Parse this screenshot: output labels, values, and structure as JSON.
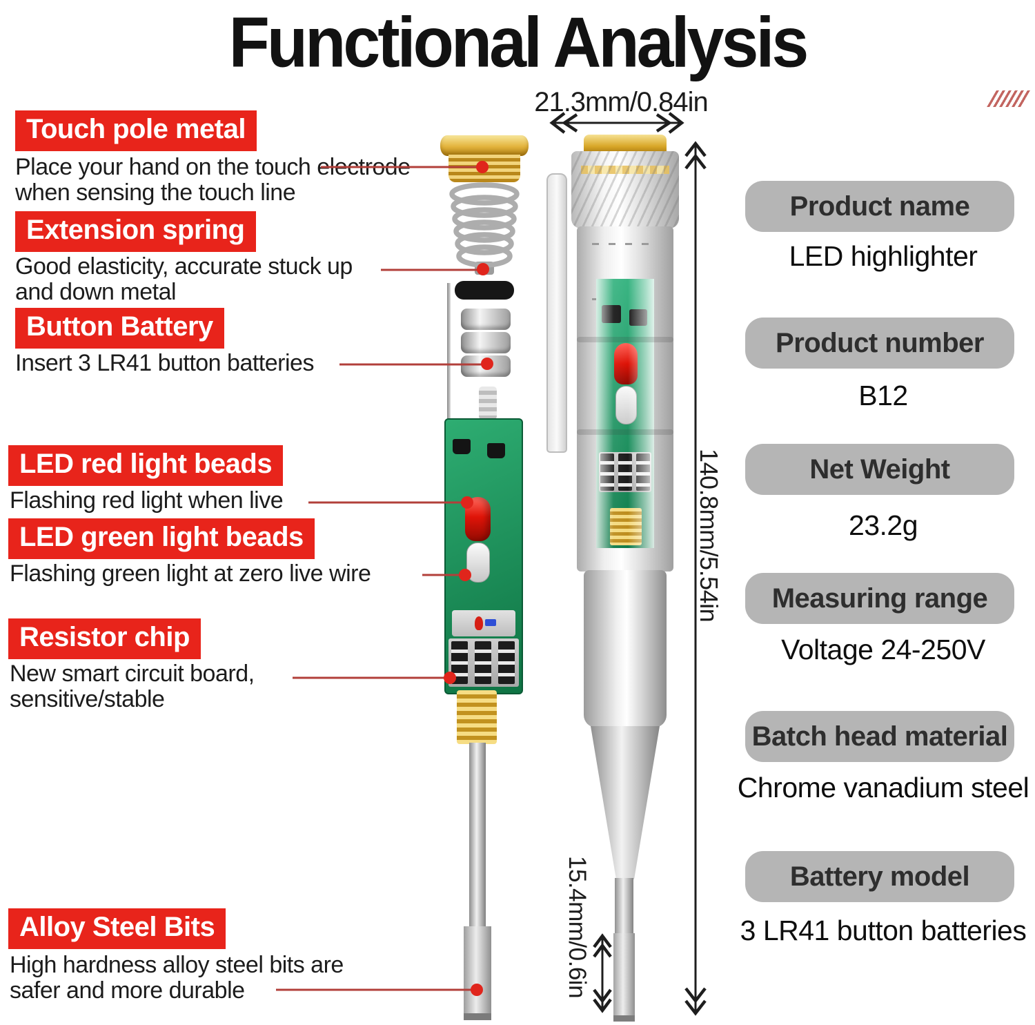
{
  "title": "Functional Analysis",
  "callouts": [
    {
      "label": "Touch pole metal",
      "desc": "Place your hand on the touch electrode when sensing the touch line"
    },
    {
      "label": "Extension spring",
      "desc": "Good elasticity, accurate stuck up and down metal"
    },
    {
      "label": "Button Battery",
      "desc": "Insert 3 LR41 button batteries"
    },
    {
      "label": "LED red light beads",
      "desc": "Flashing red light when live"
    },
    {
      "label": "LED green light beads",
      "desc": "Flashing green light at zero live wire"
    },
    {
      "label": "Resistor chip",
      "desc": "New smart circuit board, sensitive/stable"
    },
    {
      "label": "Alloy Steel Bits",
      "desc": "High hardness alloy steel bits are safer and more durable"
    }
  ],
  "dimensions": {
    "pen_width": "21.3mm/0.84in",
    "pen_length": "140.8mm/5.54in",
    "tip_length": "15.4mm/0.6in"
  },
  "specs": [
    {
      "label": "Product name",
      "value": "LED highlighter"
    },
    {
      "label": "Product number",
      "value": "B12"
    },
    {
      "label": "Net Weight",
      "value": "23.2g"
    },
    {
      "label": "Measuring range",
      "value": "Voltage 24-250V"
    },
    {
      "label": "Batch head material",
      "value": "Chrome vanadium steel"
    },
    {
      "label": "Battery model",
      "value": "3 LR41 button batteries"
    }
  ],
  "colors": {
    "callout_red": "#e8241b",
    "leader_line_red": "#b23f3a",
    "dot_red": "#e0251c",
    "spec_pill_gray": "#b5b5b5",
    "pcb_green": "#1f9e63",
    "gold": "#d9a829",
    "text": "#1a1a1a"
  }
}
